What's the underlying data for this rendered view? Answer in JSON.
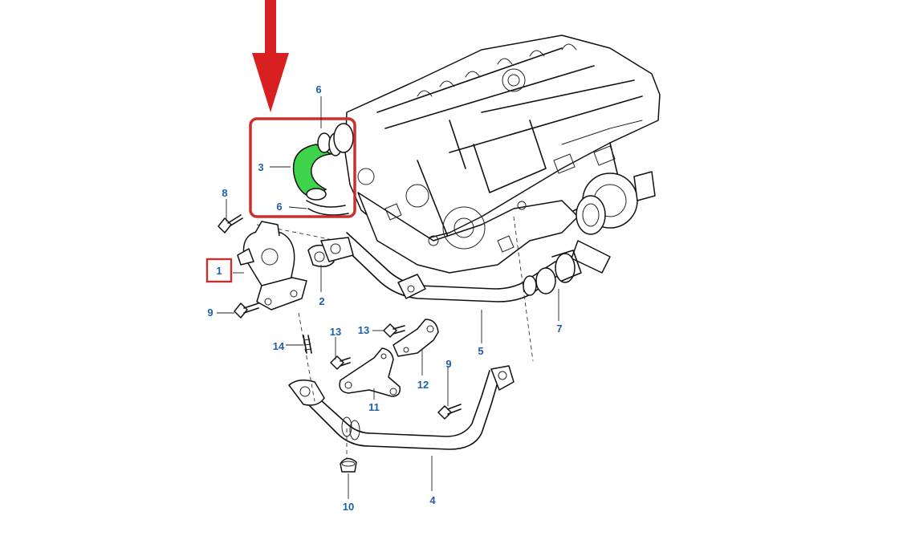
{
  "diagram": {
    "callouts": [
      "1",
      "2",
      "3",
      "4",
      "5",
      "6",
      "6",
      "7",
      "8",
      "9",
      "9",
      "10",
      "11",
      "12",
      "13",
      "13",
      "14"
    ],
    "colors": {
      "arrow": "#d92020",
      "highlight_box": "#c9302c",
      "highlight_part": "#3ed34a",
      "callout_text": "#1f5fa6",
      "line_art": "#111111"
    },
    "highlighted_part": "3",
    "boxed_callout": "1"
  }
}
